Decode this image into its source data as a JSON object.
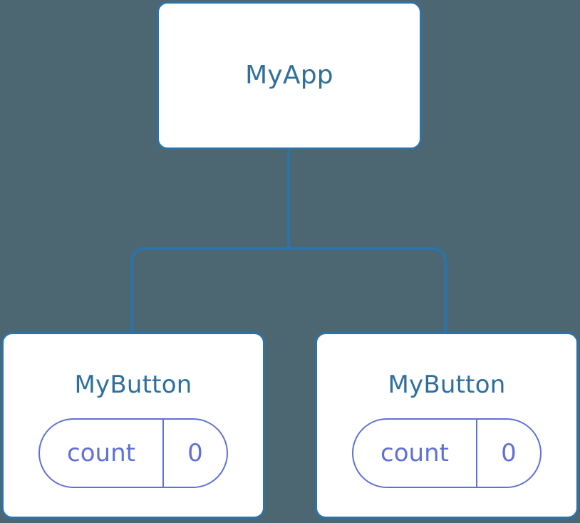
{
  "diagram": {
    "title": "component-tree",
    "background_color": "#4c6771",
    "node_fill": "#ffffff",
    "node_border_color": "#2e73a8",
    "node_text_color": "#2e6f9e",
    "state_border_color": "#5f70d6",
    "state_text_color": "#5f70d6",
    "edge_color": "#2e73a8"
  },
  "root": {
    "label": "MyApp"
  },
  "children": [
    {
      "label": "MyButton",
      "state": {
        "key": "count",
        "value": "0"
      }
    },
    {
      "label": "MyButton",
      "state": {
        "key": "count",
        "value": "0"
      }
    }
  ]
}
